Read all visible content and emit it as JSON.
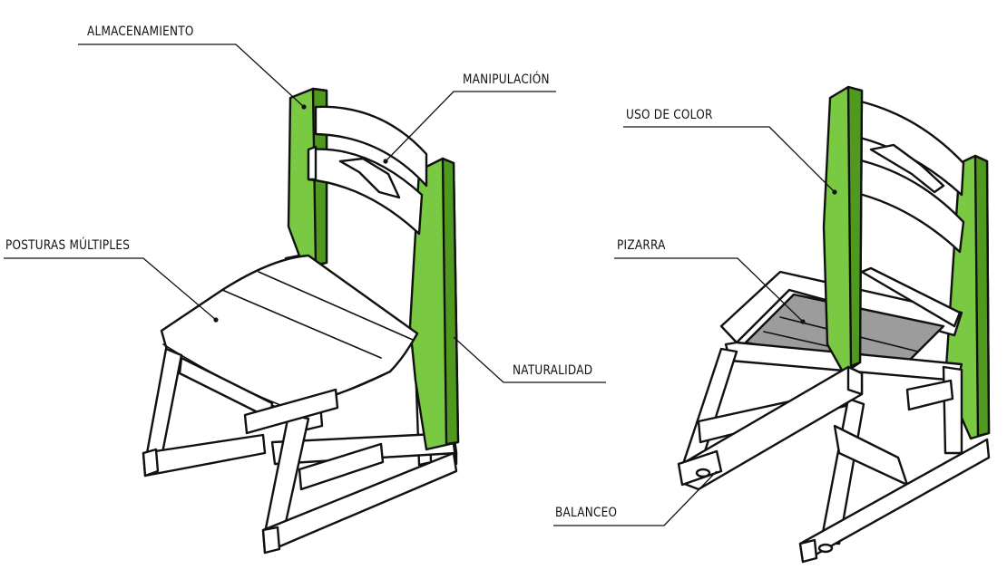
{
  "labels": {
    "storage": "ALMACENAMIENTO",
    "handling": "MANIPULACIÓN",
    "postures": "POSTURAS MÚLTIPLES",
    "naturalness": "NATURALIDAD",
    "color_use": "USO DE COLOR",
    "blackboard": "PIZARRA",
    "rocking": "BALANCEO"
  },
  "colors": {
    "accent_green": "#7ac943",
    "dark_green": "#4f9a1e",
    "board_gray": "#9c9c9c",
    "line": "#111111",
    "background": "#ffffff"
  }
}
